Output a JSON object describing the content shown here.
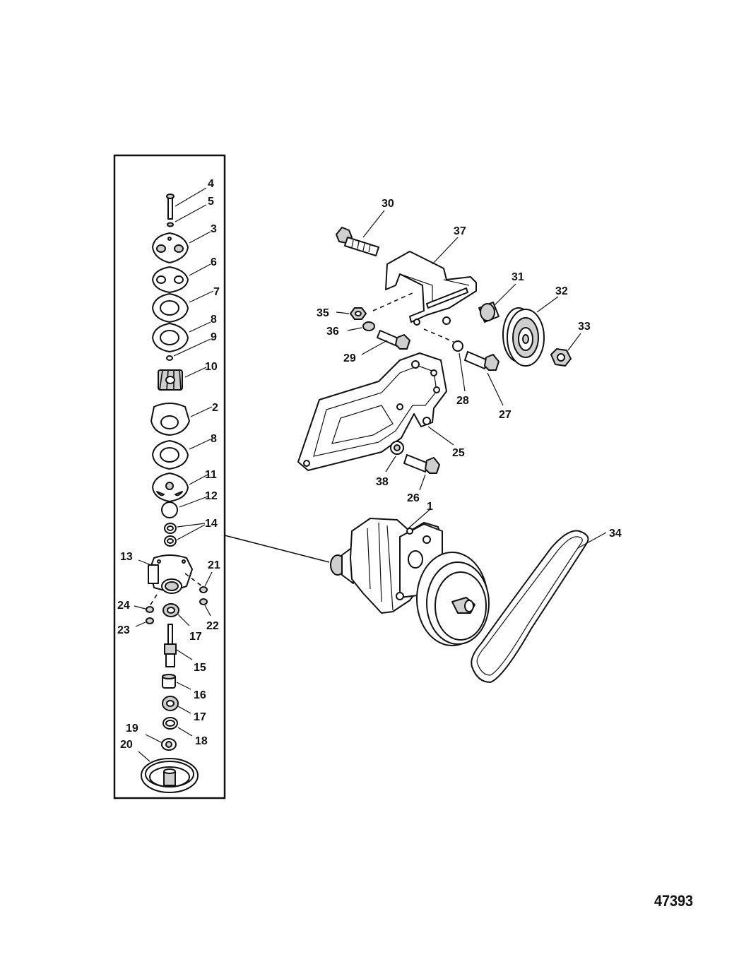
{
  "figure_number": "47393",
  "callouts": {
    "c1": "1",
    "c2": "2",
    "c3": "3",
    "c4": "4",
    "c5": "5",
    "c6": "6",
    "c7": "7",
    "c8a": "8",
    "c8b": "8",
    "c9": "9",
    "c10": "10",
    "c11": "11",
    "c12": "12",
    "c13": "13",
    "c14": "14",
    "c15": "15",
    "c16": "16",
    "c17a": "17",
    "c17b": "17",
    "c18": "18",
    "c19": "19",
    "c20": "20",
    "c21": "21",
    "c22": "22",
    "c23": "23",
    "c24": "24",
    "c25": "25",
    "c26": "26",
    "c27": "27",
    "c28": "28",
    "c29": "29",
    "c30": "30",
    "c31": "31",
    "c32": "32",
    "c33": "33",
    "c34": "34",
    "c35": "35",
    "c36": "36",
    "c37": "37",
    "c38": "38"
  }
}
